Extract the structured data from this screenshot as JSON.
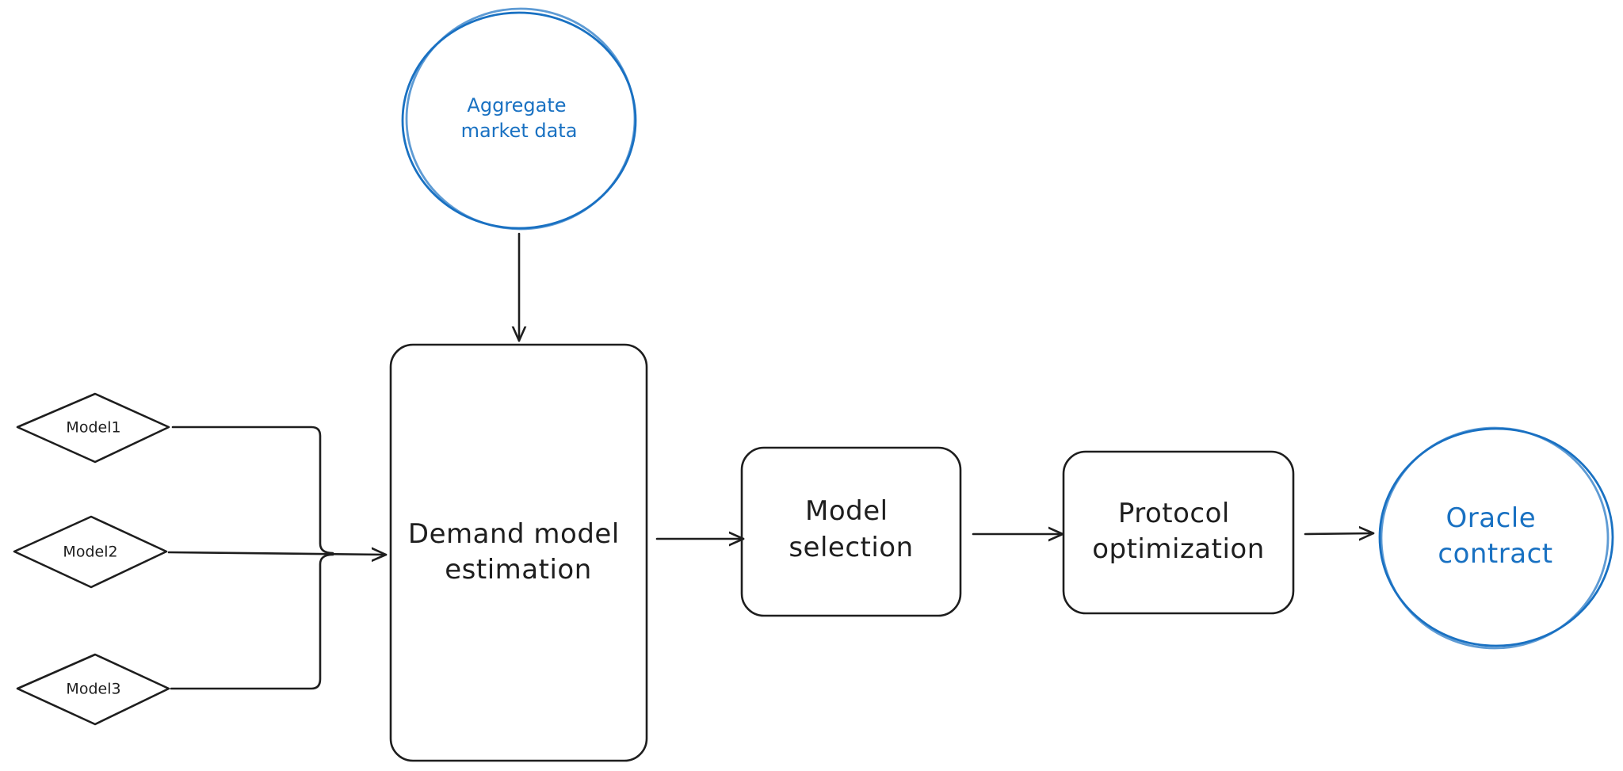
{
  "colors": {
    "ink": "#1e1e1e",
    "accent_blue": "#1971c2",
    "background": "#ffffff"
  },
  "nodes": {
    "aggregate_market_data": {
      "lines": [
        "Aggregate",
        "market data"
      ],
      "shape": "circle"
    },
    "model1": {
      "label": "Model1",
      "shape": "diamond"
    },
    "model2": {
      "label": "Model2",
      "shape": "diamond"
    },
    "model3": {
      "label": "Model3",
      "shape": "diamond"
    },
    "demand_model_estimation": {
      "lines": [
        "Demand model",
        "estimation"
      ],
      "shape": "rounded-rectangle"
    },
    "model_selection": {
      "lines": [
        "Model",
        "selection"
      ],
      "shape": "rounded-rectangle"
    },
    "protocol_optimization": {
      "lines": [
        "Protocol",
        "optimization"
      ],
      "shape": "rounded-rectangle"
    },
    "oracle_contract": {
      "lines": [
        "Oracle",
        "contract"
      ],
      "shape": "circle"
    }
  },
  "edges": [
    {
      "from": "aggregate_market_data",
      "to": "demand_model_estimation"
    },
    {
      "from": "model1",
      "to": "demand_model_estimation"
    },
    {
      "from": "model2",
      "to": "demand_model_estimation"
    },
    {
      "from": "model3",
      "to": "demand_model_estimation"
    },
    {
      "from": "demand_model_estimation",
      "to": "model_selection"
    },
    {
      "from": "model_selection",
      "to": "protocol_optimization"
    },
    {
      "from": "protocol_optimization",
      "to": "oracle_contract"
    }
  ]
}
